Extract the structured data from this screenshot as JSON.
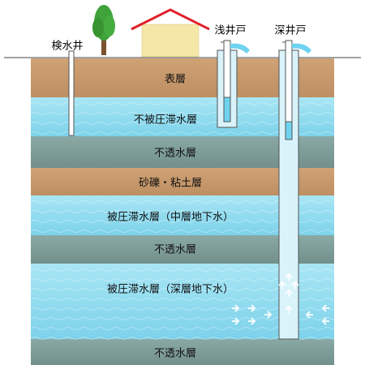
{
  "top_labels": {
    "monitoring_well": "検水井",
    "shallow_well": "浅井戸",
    "deep_well": "深井戸"
  },
  "layers": [
    {
      "key": "topsoil",
      "label": "表層",
      "kind": "soil"
    },
    {
      "key": "unconfined",
      "label": "不被圧滞水層",
      "kind": "water"
    },
    {
      "key": "imperm1",
      "label": "不透水層",
      "kind": "rock"
    },
    {
      "key": "gravel",
      "label": "砂礫・粘土層",
      "kind": "soil"
    },
    {
      "key": "confined_mid",
      "label": "被圧滞水層（中層地下水）",
      "kind": "water"
    },
    {
      "key": "imperm2",
      "label": "不透水層",
      "kind": "rock"
    },
    {
      "key": "confined_deep",
      "label": "被圧滞水層（深層地下水）",
      "kind": "water"
    },
    {
      "key": "imperm3",
      "label": "不透水層",
      "kind": "rock"
    }
  ],
  "colors": {
    "soil": "#c99b6d",
    "water": "#8fdcef",
    "rock": "#7fa09c",
    "roof": "#e0202a",
    "house": "#f5e7a8",
    "tree": "#3fa23a",
    "trunk": "#7a5230",
    "pipe_water": "#6fd3f0"
  }
}
